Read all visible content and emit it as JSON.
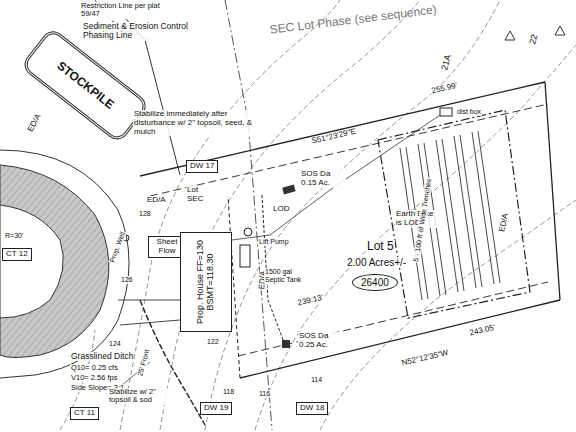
{
  "diagram": {
    "nodes": [
      {
        "text": [
          "STOCKPILE"
        ]
      },
      {
        "text": [
          "DW 17"
        ]
      },
      {
        "text": [
          "Sheet Flow"
        ]
      },
      {
        "text": [
          "Prop. House FF=130 BSMT=118.30"
        ]
      },
      {
        "text": [
          "DW 19"
        ]
      },
      {
        "text": [
          "DW 18"
        ]
      },
      {
        "text": [
          "CT 12"
        ]
      },
      {
        "text": [
          "CT 11"
        ]
      },
      {
        "text": [
          "26400"
        ]
      }
    ],
    "labels": [
      "Restriction Line per plat 59/47",
      "Sediment & Erosion Control Phasing Line",
      "SEC Lot Phase (see sequence)",
      "Stabilize immediately after disturbance w/ 2\" topsoil, seed, & mulch",
      "Lot SEC",
      "ED/A",
      "ED/A",
      "ED/A",
      "ED/A",
      "SOS Da 0.15 Ac.",
      "LOD",
      "Lift Pump",
      "Earth Dike is LOD",
      "Lot 5",
      "2.00 Acres+/-",
      "1500 gal Septic Tank",
      "SOS Da 0.25 Ac.",
      "Grasslined Ditch",
      "Q10= 0.25 cfs",
      "V10= 2.56 fps",
      "Side Slope= 3:1",
      "Stabilize w/ 2\" topsoil & sod",
      "Prop. Well",
      "S51°23'29\"E",
      "255.99'",
      "N52°12'35\"W",
      "243.05'",
      "239.13'",
      "21A",
      "22",
      "dist box",
      "5 - 100 ft of Wide Trenches",
      "126",
      "128",
      "124",
      "122",
      "118",
      "116",
      "114",
      "25' Front",
      "R=30'"
    ]
  }
}
